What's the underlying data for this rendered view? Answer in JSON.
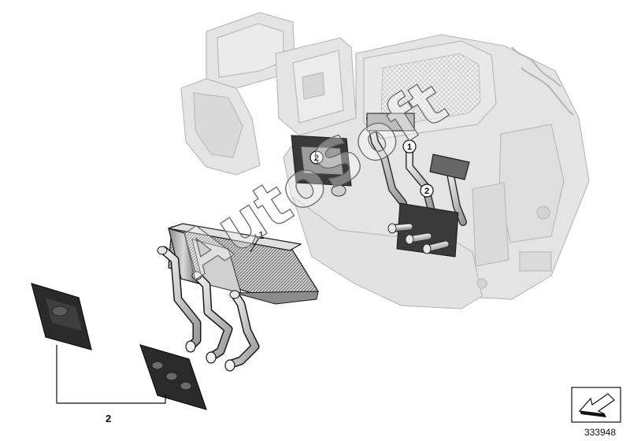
{
  "diagram": {
    "callouts": {
      "part_1_main": "1",
      "part_1_circle": "1",
      "part_2_main": "2",
      "part_2_circle_left": "2",
      "part_2_circle_right": "2"
    },
    "watermark": "AutoSoft",
    "plate_number": "333948",
    "colors": {
      "housing_fill": "#e4e4e4",
      "housing_stroke": "#bcbcbc",
      "part_stroke": "#1a1a1a",
      "pipe_fill": "#c9c9c9",
      "gasket_fill": "#2a2a2a",
      "watermark": "#ffffff"
    },
    "icons": {
      "catalog_arrow": "arrow-icon"
    }
  }
}
